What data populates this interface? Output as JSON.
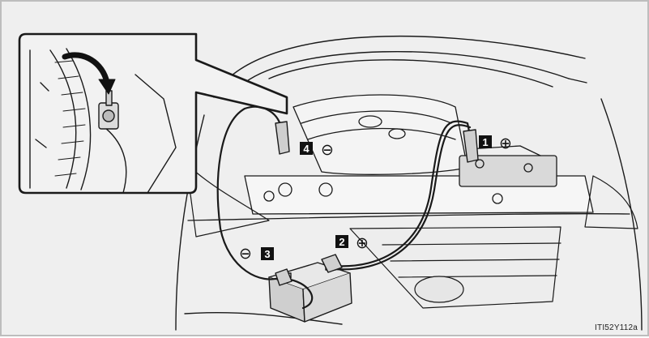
{
  "labels": [
    {
      "number": "1",
      "sign": "⊕"
    },
    {
      "number": "2",
      "sign": "⊕"
    },
    {
      "number": "3",
      "sign": "⊖"
    },
    {
      "number": "4",
      "sign": "⊖"
    }
  ],
  "figure_id": "ITI52Y112a",
  "icons": {
    "arrow": "curved-arrow-icon"
  }
}
